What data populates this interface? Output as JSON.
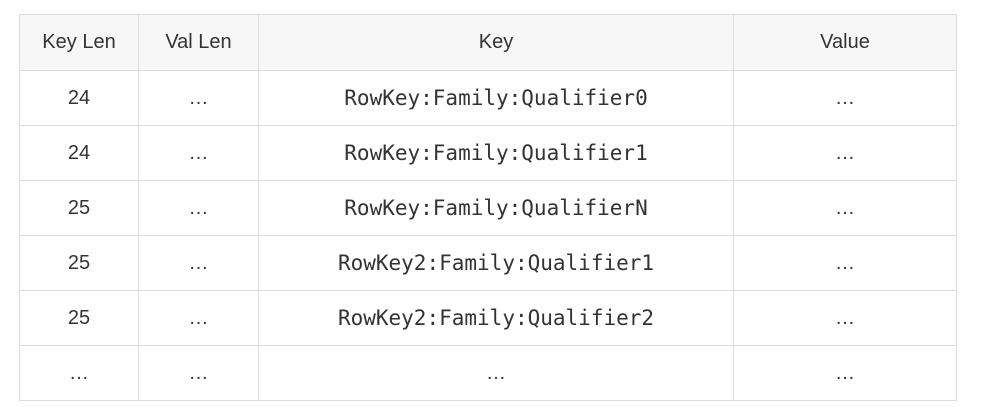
{
  "theme": {
    "header_bg": "#f7f7f7",
    "border": "#dcdcdc",
    "text": "#333333"
  },
  "table": {
    "headers": {
      "key_len": "Key Len",
      "val_len": "Val Len",
      "key": "Key",
      "value": "Value"
    },
    "rows": [
      {
        "key_len": "24",
        "val_len": "…",
        "key": "RowKey:Family:Qualifier0",
        "value": "…"
      },
      {
        "key_len": "24",
        "val_len": "…",
        "key": "RowKey:Family:Qualifier1",
        "value": "…"
      },
      {
        "key_len": "25",
        "val_len": "…",
        "key": "RowKey:Family:QualifierN",
        "value": "…"
      },
      {
        "key_len": "25",
        "val_len": "…",
        "key": "RowKey2:Family:Qualifier1",
        "value": "…"
      },
      {
        "key_len": "25",
        "val_len": "…",
        "key": "RowKey2:Family:Qualifier2",
        "value": "…"
      },
      {
        "key_len": "…",
        "val_len": "…",
        "key": "…",
        "value": "…"
      }
    ]
  }
}
